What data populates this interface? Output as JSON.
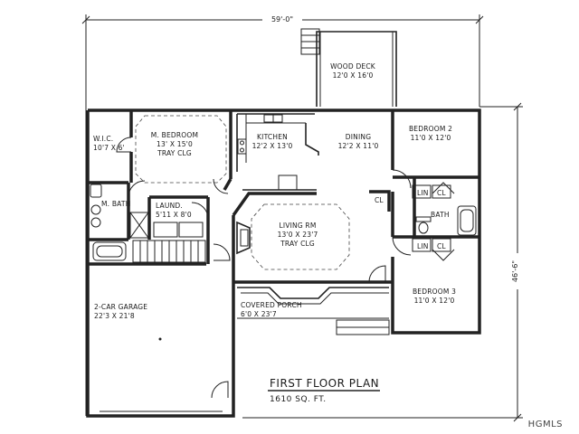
{
  "dimensions": {
    "width": "59'-0\"",
    "depth": "46'-6\""
  },
  "rooms": {
    "wood_deck": {
      "name": "WOOD DECK",
      "size": "12'0 X 16'0"
    },
    "wic": {
      "name": "W.I.C.",
      "size": "10'7 X 6'"
    },
    "master_bedroom": {
      "name": "M. BEDROOM",
      "size": "13' X 15'0",
      "note": "TRAY CLG"
    },
    "kitchen": {
      "name": "KITCHEN",
      "size": "12'2 X 13'0"
    },
    "dining": {
      "name": "DINING",
      "size": "12'2 X 11'0"
    },
    "bedroom2": {
      "name": "BEDROOM 2",
      "size": "11'0 X 12'0"
    },
    "master_bath": {
      "name": "M. BATH"
    },
    "laundry": {
      "name": "LAUND.",
      "size": "5'11 X 8'0"
    },
    "living_room": {
      "name": "LIVING RM",
      "size": "13'0 X 23'7",
      "note": "TRAY CLG"
    },
    "bath": {
      "name": "BATH"
    },
    "linen1": {
      "name": "LIN"
    },
    "linen2": {
      "name": "LIN"
    },
    "closet1": {
      "name": "CL"
    },
    "closet2": {
      "name": "CL"
    },
    "closet3": {
      "name": "CL"
    },
    "garage": {
      "name": "2-CAR GARAGE",
      "size": "22'3 X 21'8"
    },
    "covered_porch": {
      "name": "COVERED PORCH",
      "size": "6'0 X 23'7"
    },
    "bedroom3": {
      "name": "BEDROOM 3",
      "size": "11'0 X 12'0"
    }
  },
  "title": {
    "main": "FIRST FLOOR PLAN",
    "area": "1610 SQ. FT."
  },
  "watermark": "HGMLS"
}
